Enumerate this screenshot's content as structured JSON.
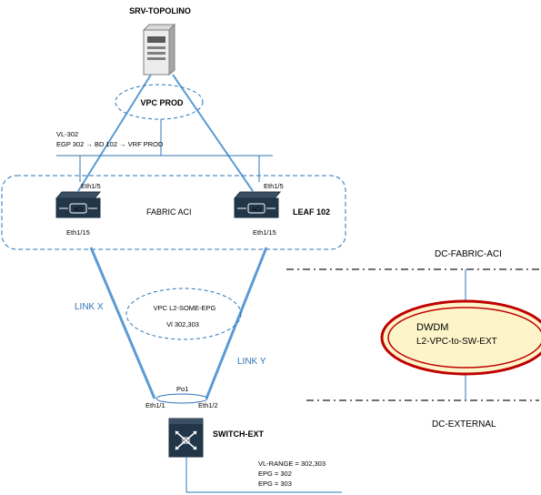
{
  "server": {
    "title": "SRV-TOPOLINO"
  },
  "vpc_prod": {
    "label": "VPC PROD"
  },
  "vlan_info": {
    "line1": "VL-302",
    "line2": "EGP 302 → BD 102 → VRF PROD"
  },
  "fabric": {
    "label": "FABRIC ACI"
  },
  "leaf_left": {
    "port_top": "Eth1/5",
    "port_bottom": "Eth1/15",
    "badge": "ACI"
  },
  "leaf_right": {
    "name": "LEAF 102",
    "port_top": "Eth1/5",
    "port_bottom": "Eth1/15",
    "badge": "ACI"
  },
  "link_x": {
    "label": "LINK X"
  },
  "link_y": {
    "label": "LINK Y"
  },
  "vpc_l2": {
    "line1": "VPC L2-SOME-EPG",
    "line2": "Vl 302,303"
  },
  "port_channel": {
    "label": "Po1"
  },
  "switch_ext": {
    "name": "SWITCH-EXT",
    "port_left": "Eth1/1",
    "port_right": "Eth1/2"
  },
  "switch_info": {
    "line1": "VL-RANGE = 302,303",
    "line2": "EPG = 302",
    "line3": "EPG = 303"
  },
  "dc_fabric": {
    "label": "DC-FABRIC-ACI"
  },
  "dwdm": {
    "title": "DWDM",
    "subtitle": "L2-VPC-to-SW-EXT"
  },
  "dc_external": {
    "label": "DC-EXTERNAL"
  },
  "colors": {
    "link": "#5b9bd5",
    "dwdm_ring": "#c00000",
    "dwdm_fill": "#fdf5c9"
  }
}
